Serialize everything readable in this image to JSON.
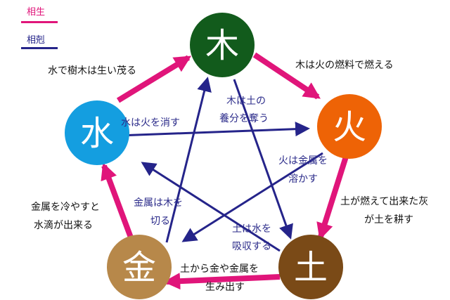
{
  "legend": {
    "generating": {
      "label": "相生",
      "color": "#e0157a"
    },
    "controlling": {
      "label": "相剋",
      "color": "#25248a"
    }
  },
  "elements": {
    "wood": {
      "char": "木",
      "color": "#125b1c"
    },
    "fire": {
      "char": "火",
      "color": "#ee6306"
    },
    "earth": {
      "char": "土",
      "color": "#7a4a17"
    },
    "metal": {
      "char": "金",
      "color": "#b7884a"
    },
    "water": {
      "char": "水",
      "color": "#149ee0"
    }
  },
  "generating_labels": {
    "water_wood": "水で樹木は生い茂る",
    "wood_fire": "木は火の燃料で燃える",
    "fire_earth_1": "土が燃えて出来た灰",
    "fire_earth_2": "が土を耕す",
    "earth_metal_1": "土から金や金属を",
    "earth_metal_2": "生み出す",
    "metal_water_1": "金属を冷やすと",
    "metal_water_2": "水滴が出来る"
  },
  "controlling_labels": {
    "wood_earth_1": "木は土の",
    "wood_earth_2": "養分を奪う",
    "water_fire": "水は火を消す",
    "fire_metal_1": "火は金属を",
    "fire_metal_2": "溶かす",
    "metal_wood_1": "金属は木を",
    "metal_wood_2": "切る",
    "earth_water_1": "土は水を",
    "earth_water_2": "吸収する"
  }
}
